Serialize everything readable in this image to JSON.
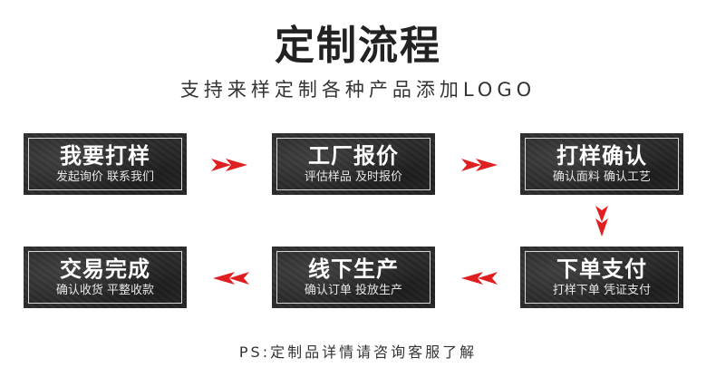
{
  "title": "定制流程",
  "subtitle": "支持来样定制各种产品添加LOGO",
  "steps": [
    {
      "main": "我要打样",
      "sub": "发起询价 联系我们"
    },
    {
      "main": "工厂报价",
      "sub": "评估样品 及时报价"
    },
    {
      "main": "打样确认",
      "sub": "确认面料 确认工艺"
    },
    {
      "main": "下单支付",
      "sub": "打样下单 凭证支付"
    },
    {
      "main": "线下生产",
      "sub": "确认订单 投放生产"
    },
    {
      "main": "交易完成",
      "sub": "确认收货 平整收款"
    }
  ],
  "ps_note": "PS:定制品详情请咨询客服了解",
  "colors": {
    "arrow": "#e02020",
    "box": "#2b2b2b",
    "text_dark": "#222222"
  },
  "icons": {
    "flow_arrow": "double-chevron-arrow-icon"
  }
}
